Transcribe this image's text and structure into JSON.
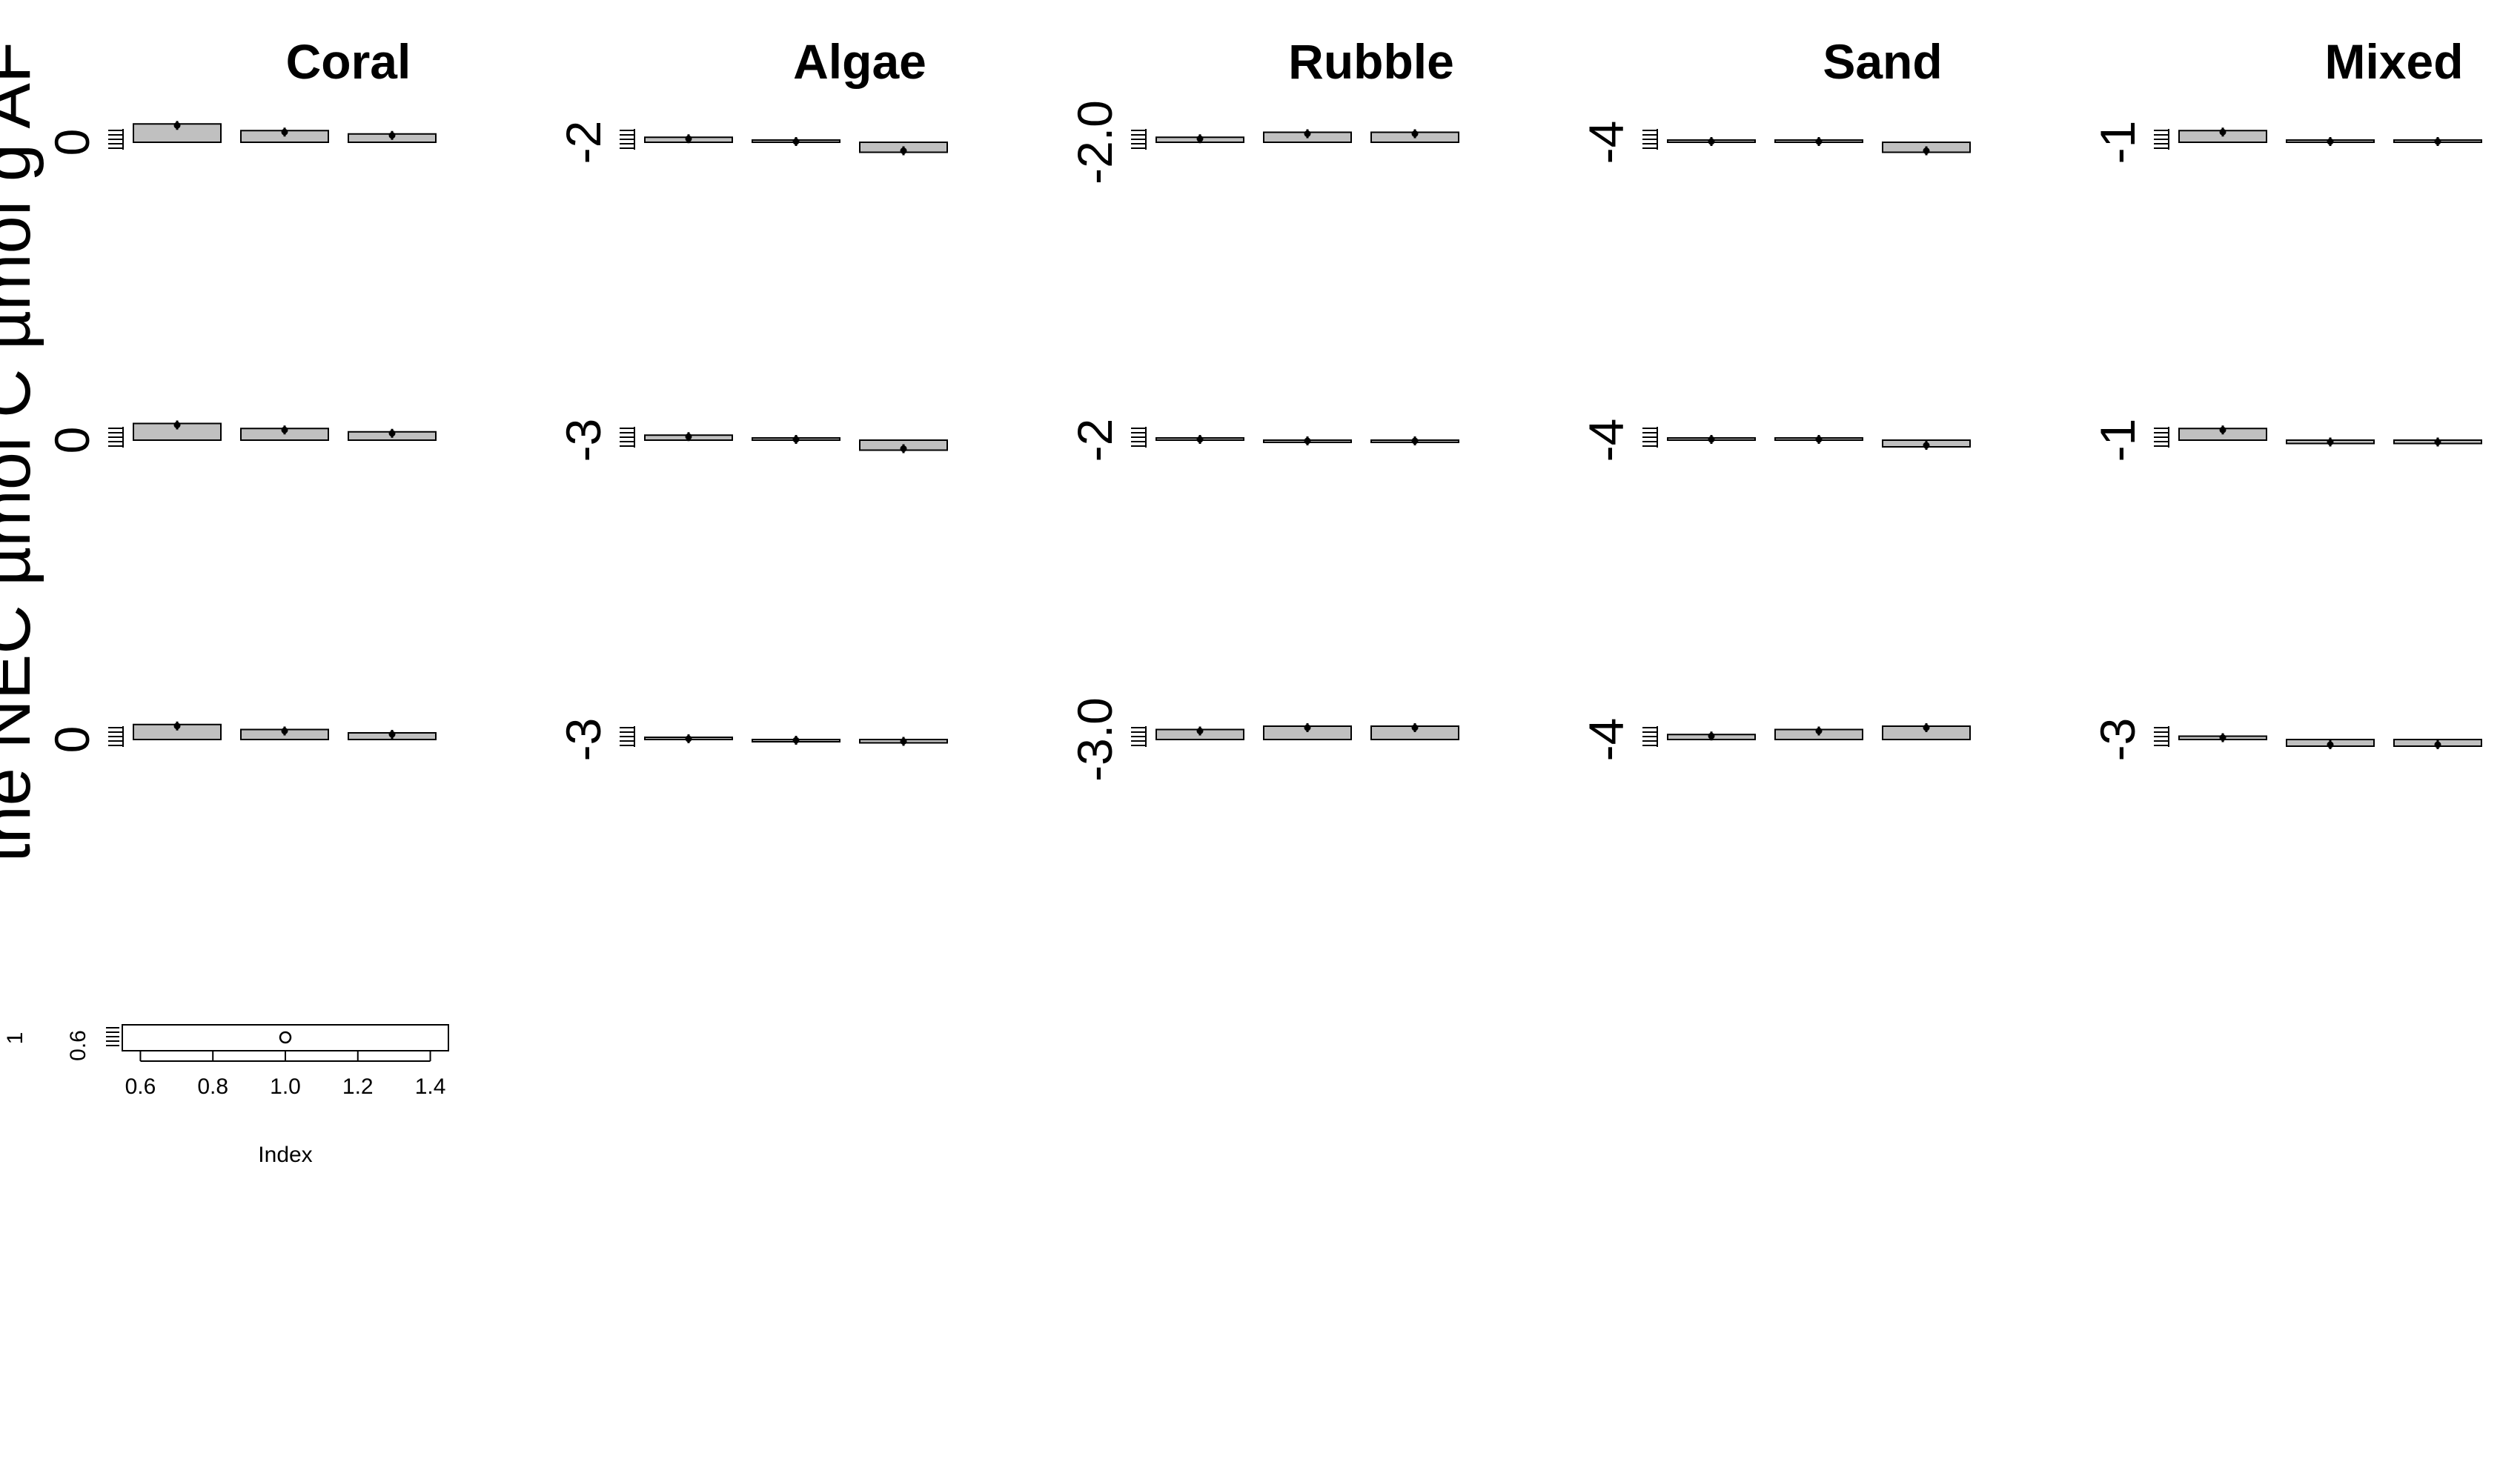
{
  "figure": {
    "shared_ylabel": "the NEC µmol C µmol g AF"
  },
  "chart_data": {
    "type": "bar",
    "panel_titles": [
      "Coral",
      "Algae",
      "Rubble",
      "Sand",
      "Mixed"
    ],
    "bar_fill": "#c0c0c0",
    "rows": [
      {
        "panels": [
          {
            "title": "Coral",
            "ytick": "0",
            "base": 0,
            "values": [
              0.55,
              0.35,
              0.25
            ]
          },
          {
            "title": "Algae",
            "ytick": "-2",
            "base": -2,
            "values": [
              0.15,
              0.03,
              -0.3
            ]
          },
          {
            "title": "Rubble",
            "ytick": "-2.0",
            "base": -2.0,
            "values": [
              0.15,
              0.3,
              0.3
            ]
          },
          {
            "title": "Sand",
            "ytick": "-4",
            "base": -4,
            "values": [
              0.03,
              0.05,
              -0.3
            ]
          },
          {
            "title": "Mixed",
            "ytick": "-1",
            "base": -1,
            "values": [
              0.35,
              0.03,
              0.03
            ]
          }
        ]
      },
      {
        "panels": [
          {
            "title": "Coral",
            "ytick": "0",
            "base": 0,
            "values": [
              0.5,
              0.35,
              0.25
            ]
          },
          {
            "title": "Algae",
            "ytick": "-3",
            "base": -3,
            "values": [
              0.15,
              0.05,
              -0.3
            ]
          },
          {
            "title": "Rubble",
            "ytick": "-2",
            "base": -2,
            "values": [
              0.05,
              -0.05,
              -0.05
            ]
          },
          {
            "title": "Sand",
            "ytick": "-4",
            "base": -4,
            "values": [
              0.05,
              0.05,
              -0.2
            ]
          },
          {
            "title": "Mixed",
            "ytick": "-1",
            "base": -1,
            "values": [
              0.35,
              -0.1,
              -0.1
            ]
          }
        ]
      },
      {
        "panels": [
          {
            "title": "Coral",
            "ytick": "0",
            "base": 0,
            "values": [
              0.45,
              0.3,
              0.2
            ]
          },
          {
            "title": "Algae",
            "ytick": "-3",
            "base": -3,
            "values": [
              0.05,
              -0.05,
              -0.1
            ]
          },
          {
            "title": "Rubble",
            "ytick": "-3.0",
            "base": -3.0,
            "values": [
              0.3,
              0.4,
              0.4
            ]
          },
          {
            "title": "Sand",
            "ytick": "-4",
            "base": -4,
            "values": [
              0.15,
              0.3,
              0.4
            ]
          },
          {
            "title": "Mixed",
            "ytick": "-3",
            "base": -3,
            "values": [
              0.1,
              -0.2,
              -0.2
            ]
          }
        ]
      }
    ],
    "index_plot": {
      "type": "scatter",
      "x": [
        1.0
      ],
      "y": [
        0.6
      ],
      "xlabel": "Index",
      "ylabel": "1",
      "ytick": "0.6",
      "xticks": [
        "0.6",
        "0.8",
        "1.0",
        "1.2",
        "1.4"
      ],
      "xlim": [
        0.55,
        1.45
      ]
    }
  }
}
